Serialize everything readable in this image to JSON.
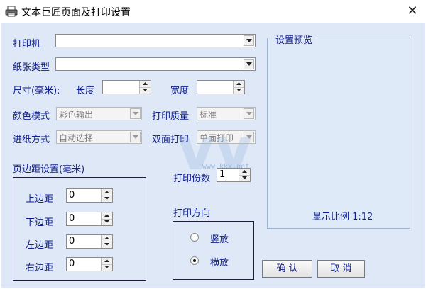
{
  "window": {
    "title": "文本巨匠页面及打印设置",
    "close_symbol": "✕"
  },
  "printer": {
    "label": "打印机",
    "value": ""
  },
  "paper_type": {
    "label": "纸张类型",
    "value": ""
  },
  "size": {
    "label": "尺寸(毫米):",
    "length_label": "长度",
    "length_value": "",
    "width_label": "宽度",
    "width_value": ""
  },
  "color_mode": {
    "label": "颜色模式",
    "value": "彩色输出"
  },
  "print_quality": {
    "label": "打印质量",
    "value": "标准"
  },
  "paper_feed": {
    "label": "进纸方式",
    "value": "自动选择"
  },
  "duplex": {
    "label": "双面打印",
    "value": "单面打印"
  },
  "margins": {
    "title": "页边距设置(毫米)",
    "top": {
      "label": "上边距",
      "value": "0"
    },
    "bottom": {
      "label": "下边距",
      "value": "0"
    },
    "left": {
      "label": "左边距",
      "value": "0"
    },
    "right": {
      "label": "右边距",
      "value": "0"
    }
  },
  "copies": {
    "label": "打印份数",
    "value": "1"
  },
  "orientation": {
    "title": "打印方向",
    "portrait": "竖放",
    "landscape": "横放",
    "selected": "landscape"
  },
  "preview": {
    "title": "设置预览",
    "scale_text": "显示比例 1:12"
  },
  "buttons": {
    "ok": "确  认",
    "cancel": "取 消"
  },
  "watermark": {
    "text": "www.kkx.net"
  }
}
